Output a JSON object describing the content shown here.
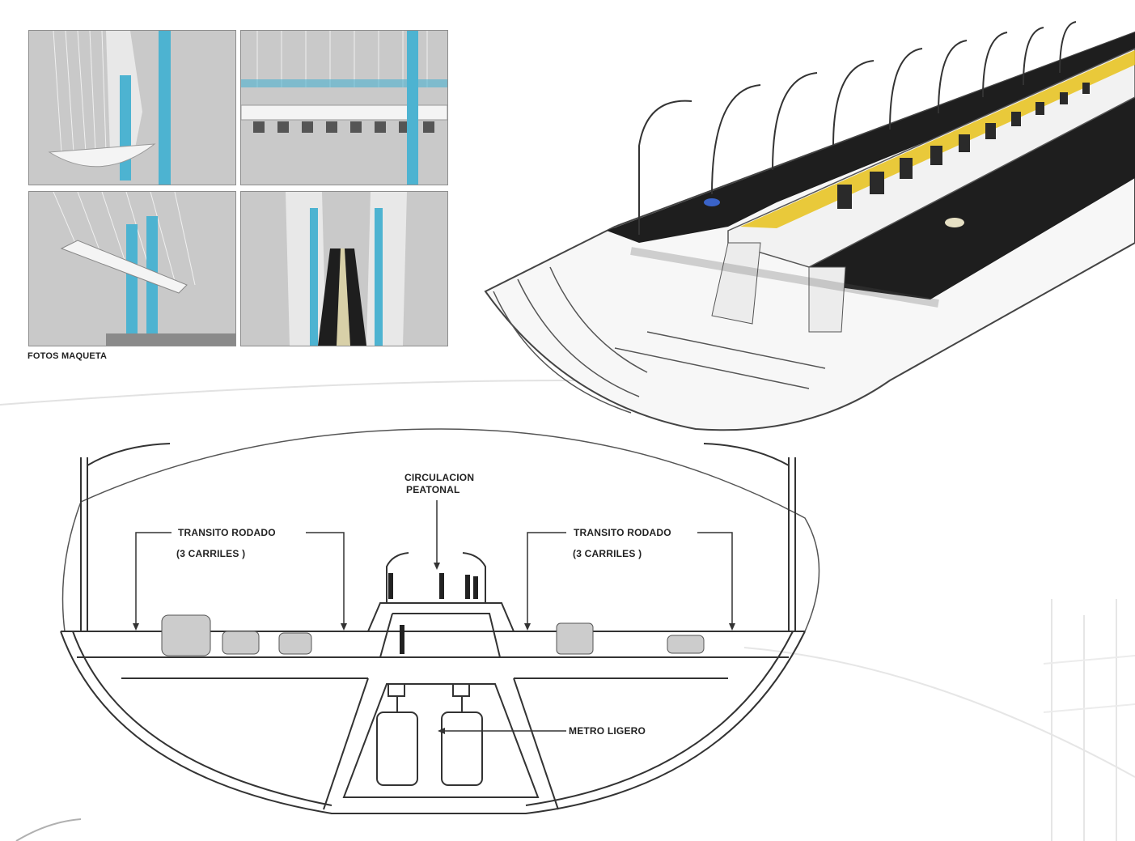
{
  "photos_caption": "FOTOS MAQUETA",
  "labels": {
    "left_traffic": "TRANSITO RODADO",
    "left_lanes": "(3 CARRILES )",
    "right_traffic": "TRANSITO RODADO",
    "right_lanes": "(3 CARRILES )",
    "pedestrian_line1": "CIRCULACION",
    "pedestrian_line2": "PEATONAL",
    "metro": "METRO LIGERO"
  },
  "colors": {
    "photo_bg": "#c9c9c9",
    "pylon_blue": "#4db3d1",
    "road": "#1e1e1e",
    "walkway_yellow": "#e8c21a",
    "line": "#333333"
  }
}
